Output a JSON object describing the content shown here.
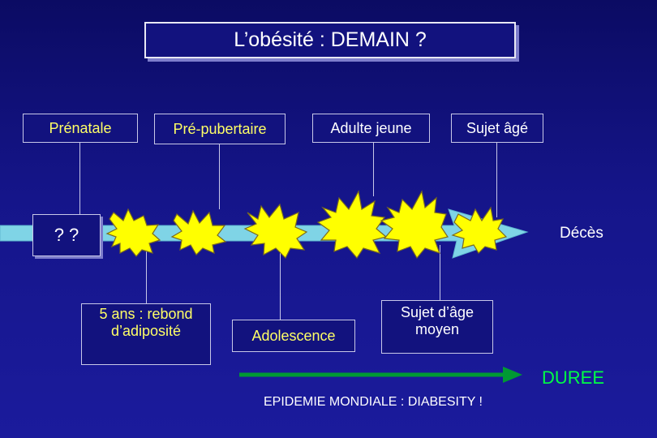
{
  "title": "L’obésité : DEMAIN ?",
  "top_stages": [
    {
      "label": "Prénatale"
    },
    {
      "label": "Pré-pubertaire"
    },
    {
      "label": "Adulte jeune"
    },
    {
      "label": "Sujet âgé"
    }
  ],
  "bottom_stages": [
    {
      "line1": "5 ans : rebond",
      "line2": "d’adiposité"
    },
    {
      "line1": "Adolescence",
      "line2": ""
    },
    {
      "line1": "Sujet d’âge",
      "line2": "moyen"
    }
  ],
  "start_label": "? ?",
  "end_label": "Décès",
  "duration_label": "DUREE",
  "footer": "EPIDEMIE MONDIALE : DIABESITY !",
  "colors": {
    "background": "#15158a",
    "timeline": "#7fd4e6",
    "burst_fill": "#ffff00",
    "yellow_text": "#ffff66",
    "duration_arrow": "#009933"
  }
}
